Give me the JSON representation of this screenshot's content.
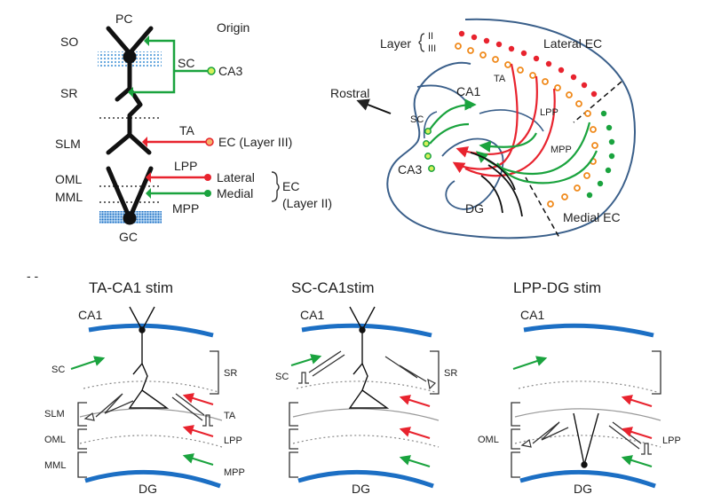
{
  "colors": {
    "red": "#e8232e",
    "green": "#1aa33e",
    "orange": "#f08a1c",
    "blue_layer": "#1c6fc4",
    "outline": "#3a5f8a",
    "light_blue": "#7fb2e0",
    "dark": "#1a1a1a"
  },
  "panel_a": {
    "pc": "PC",
    "gc": "GC",
    "origin": "Origin",
    "layers": [
      "SO",
      "SR",
      "SLM",
      "OML",
      "MML"
    ],
    "paths": [
      "SC",
      "TA",
      "LPP",
      "MPP"
    ],
    "ca3": "CA3",
    "ec_layer3": "EC (Layer III)",
    "lateral": "Lateral",
    "medial": "Medial",
    "ec": "EC",
    "layer2": "(Layer II)"
  },
  "panel_b": {
    "layer": "Layer",
    "layer_ii": "II",
    "layer_iii": "III",
    "lateral_ec": "Lateral EC",
    "medial_ec": "Medial EC",
    "rostral": "Rostral",
    "ca1": "CA1",
    "ca3": "CA3",
    "dg": "DG",
    "sc": "SC",
    "ta": "TA",
    "lpp": "LPP",
    "mpp": "MPP"
  },
  "panel_c": {
    "dash": "- -",
    "titles": [
      "TA-CA1 stim",
      "SC-CA1stim",
      "LPP-DG stim"
    ],
    "ca1": "CA1",
    "dg": "DG",
    "sc": "SC",
    "sr": "SR",
    "slm": "SLM",
    "oml": "OML",
    "mml": "MML",
    "ta": "TA",
    "lpp": "LPP",
    "mpp": "MPP"
  }
}
